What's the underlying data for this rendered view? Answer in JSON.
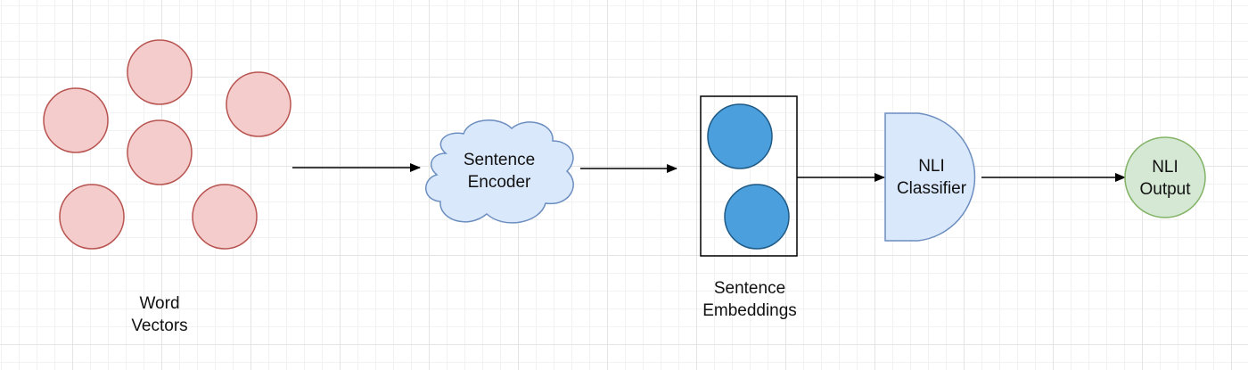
{
  "colors": {
    "word_vector_fill": "#f4cccc",
    "word_vector_stroke": "#b85450",
    "encoder_fill": "#dae8fc",
    "encoder_stroke": "#6c8ebf",
    "embedding_fill": "#4a9fdc",
    "embedding_stroke": "#1f5a86",
    "classifier_fill": "#dae8fc",
    "classifier_stroke": "#6c8ebf",
    "output_fill": "#d5e8d4",
    "output_stroke": "#82b366",
    "edge": "#000000"
  },
  "word_vectors": {
    "label_line1": "Word",
    "label_line2": "Vectors"
  },
  "sentence_encoder": {
    "label_line1": "Sentence",
    "label_line2": "Encoder"
  },
  "sentence_embeddings": {
    "label_line1": "Sentence",
    "label_line2": "Embeddings"
  },
  "nli_classifier": {
    "label_line1": "NLI",
    "label_line2": "Classifier"
  },
  "nli_output": {
    "label_line1": "NLI",
    "label_line2": "Output"
  }
}
